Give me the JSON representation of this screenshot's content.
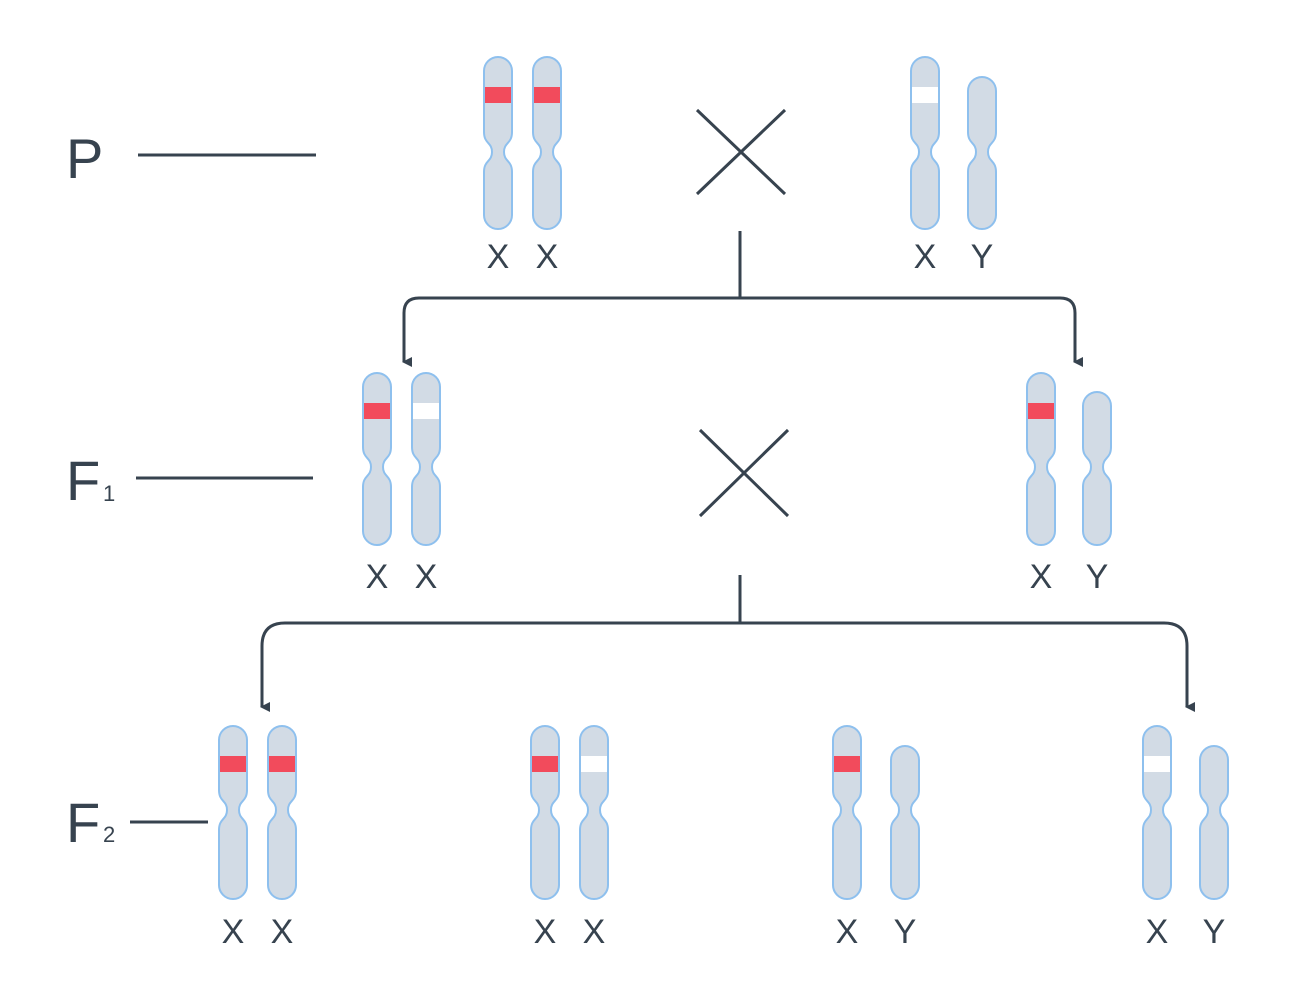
{
  "generations": [
    {
      "id": "P",
      "letter": "P",
      "sub": ""
    },
    {
      "id": "F1",
      "letter": "F",
      "sub": "1"
    },
    {
      "id": "F2",
      "letter": "F",
      "sub": "2"
    }
  ],
  "chromosomes": {
    "p_female_1": {
      "label": "X",
      "marker": "red"
    },
    "p_female_2": {
      "label": "X",
      "marker": "red"
    },
    "p_male_x": {
      "label": "X",
      "marker": "white"
    },
    "p_male_y": {
      "label": "Y",
      "marker": "none"
    },
    "f1_female_1": {
      "label": "X",
      "marker": "red"
    },
    "f1_female_2": {
      "label": "X",
      "marker": "white"
    },
    "f1_male_x": {
      "label": "X",
      "marker": "red"
    },
    "f1_male_y": {
      "label": "Y",
      "marker": "none"
    },
    "f2_a_1": {
      "label": "X",
      "marker": "red"
    },
    "f2_a_2": {
      "label": "X",
      "marker": "red"
    },
    "f2_b_1": {
      "label": "X",
      "marker": "red"
    },
    "f2_b_2": {
      "label": "X",
      "marker": "white"
    },
    "f2_c_x": {
      "label": "X",
      "marker": "red"
    },
    "f2_c_y": {
      "label": "Y",
      "marker": "none"
    },
    "f2_d_x": {
      "label": "X",
      "marker": "white"
    },
    "f2_d_y": {
      "label": "Y",
      "marker": "none"
    }
  },
  "colors": {
    "chromosome_fill": "#d2dbe5",
    "chromosome_stroke": "#8ec0ee",
    "allele_red": "#f24b5c",
    "allele_white": "#ffffff",
    "line": "#37434f"
  }
}
